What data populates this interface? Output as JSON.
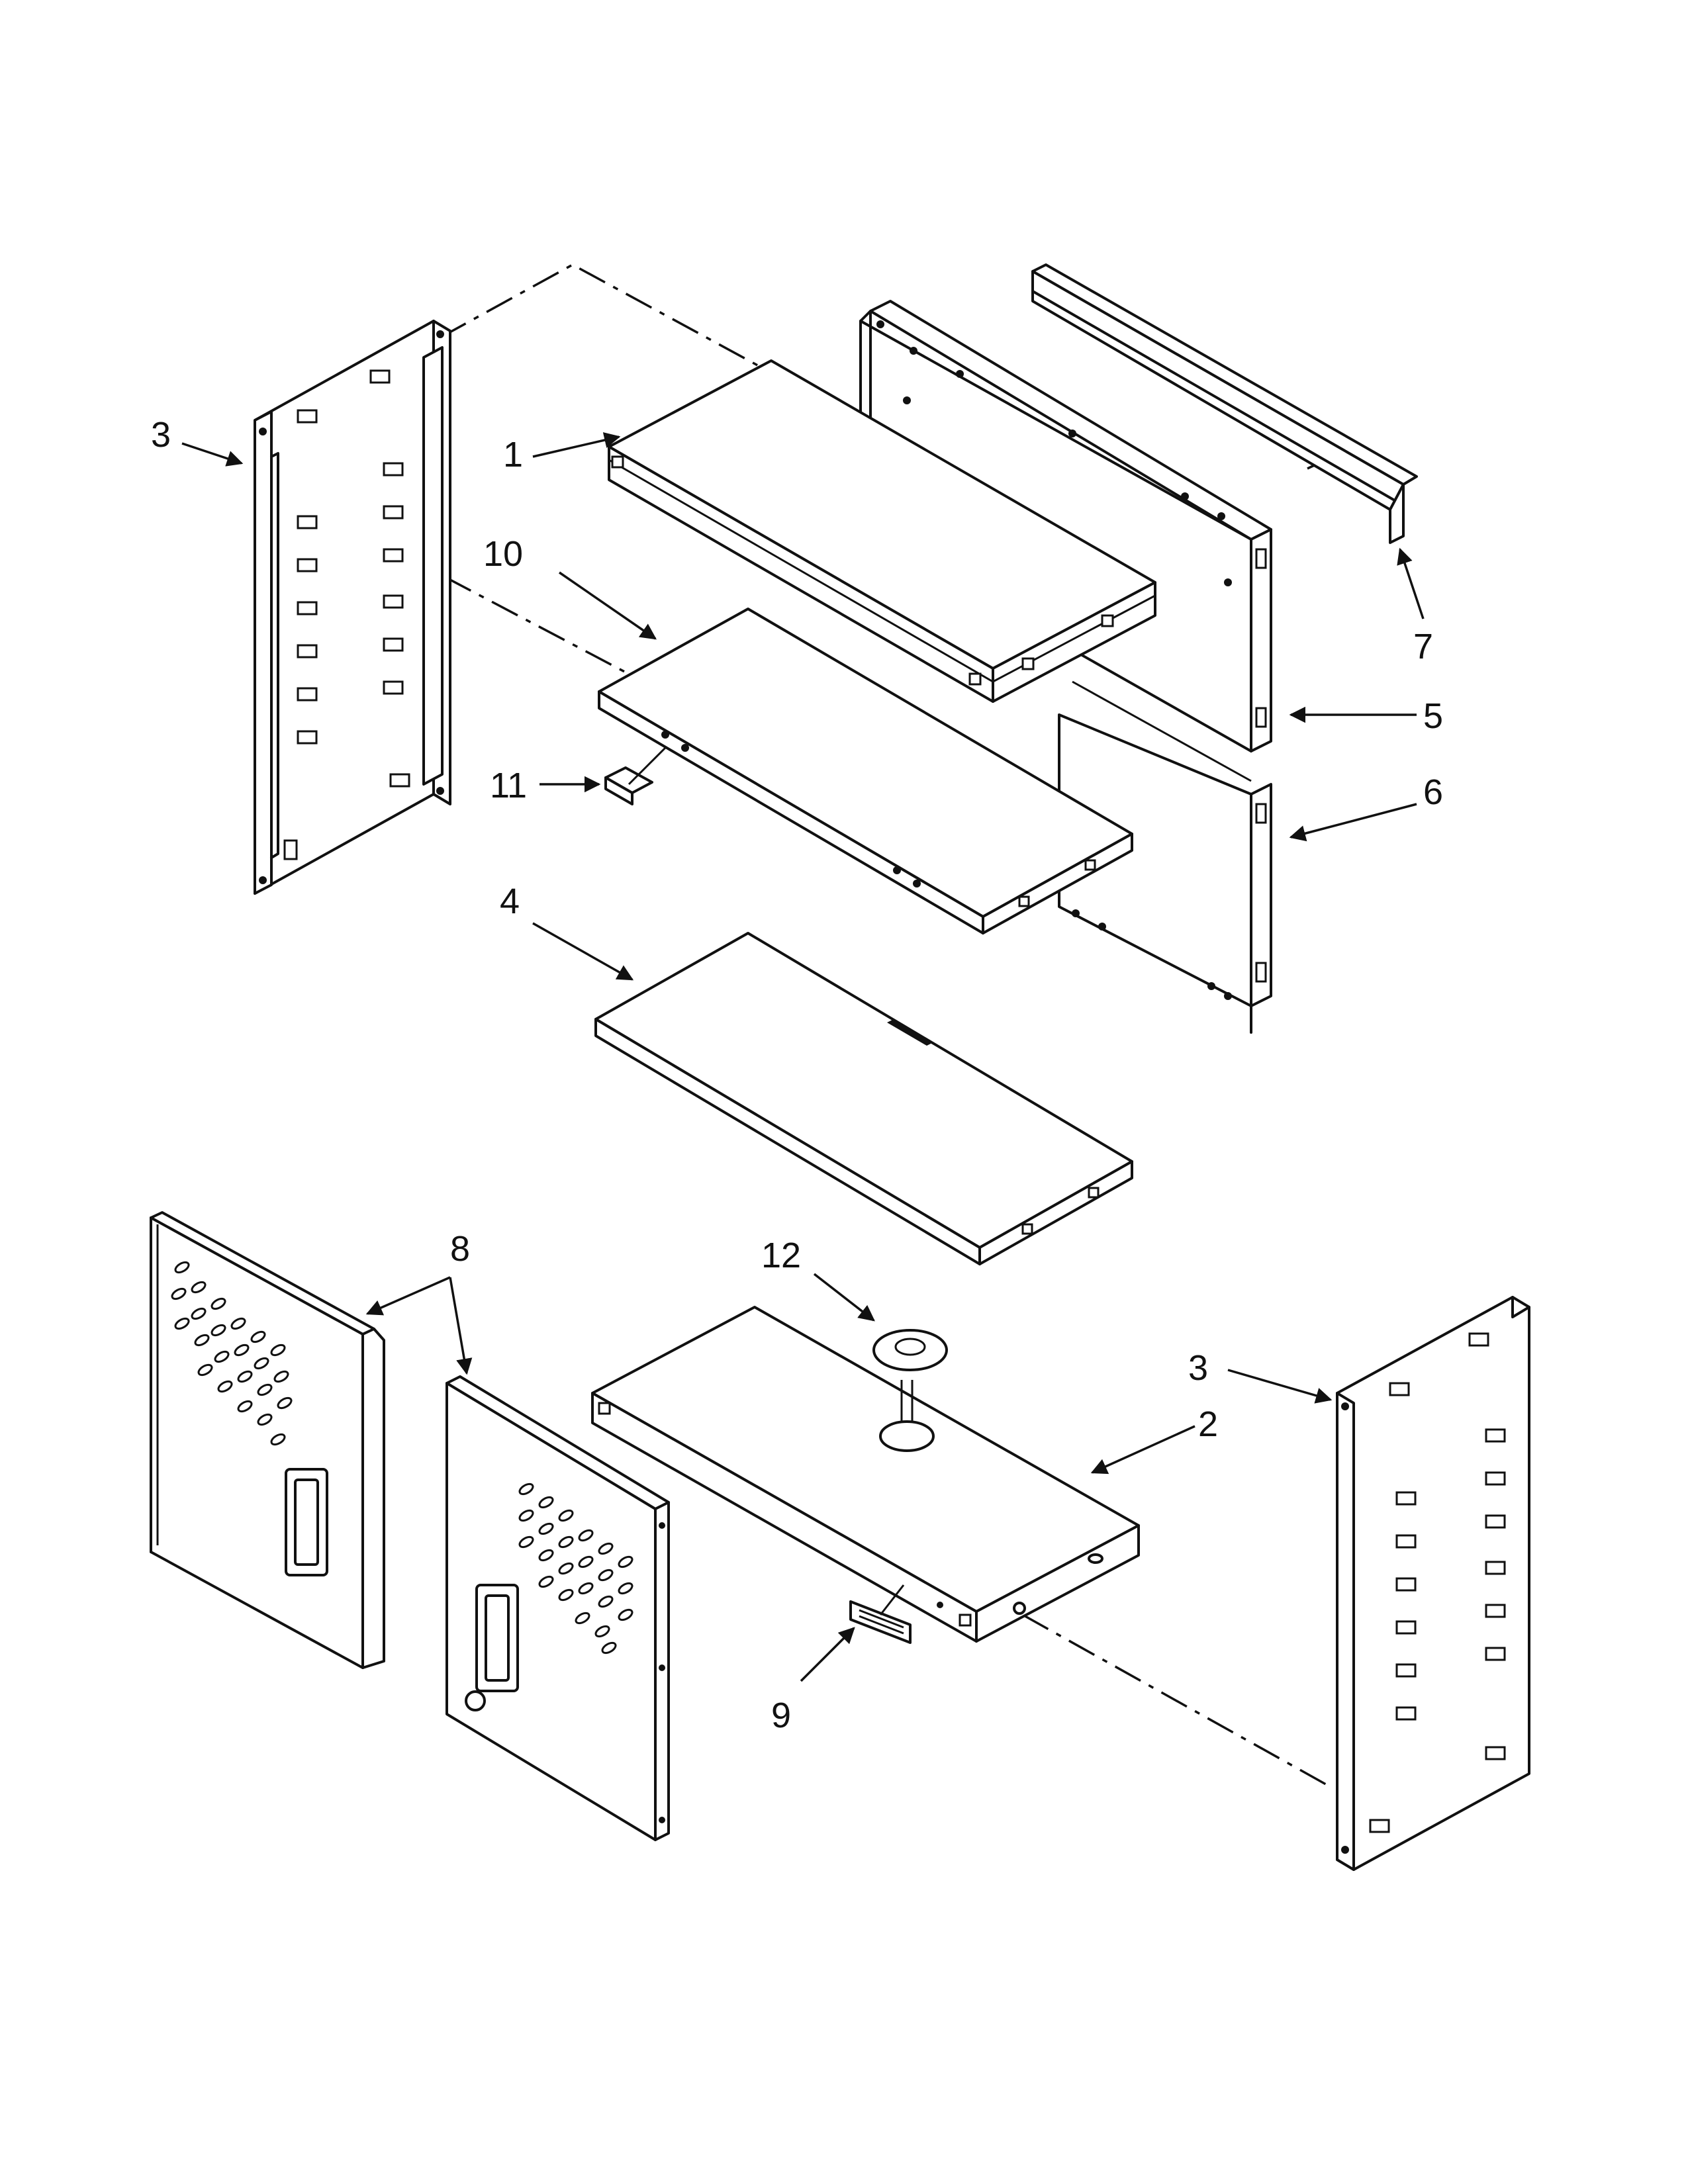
{
  "diagram": {
    "callouts": [
      {
        "id": "c1",
        "label": "1"
      },
      {
        "id": "c2",
        "label": "2"
      },
      {
        "id": "c3a",
        "label": "3"
      },
      {
        "id": "c3b",
        "label": "3"
      },
      {
        "id": "c4",
        "label": "4"
      },
      {
        "id": "c5",
        "label": "5"
      },
      {
        "id": "c6",
        "label": "6"
      },
      {
        "id": "c7",
        "label": "7"
      },
      {
        "id": "c8",
        "label": "8"
      },
      {
        "id": "c9",
        "label": "9"
      },
      {
        "id": "c10",
        "label": "10"
      },
      {
        "id": "c11",
        "label": "11"
      },
      {
        "id": "c12",
        "label": "12"
      }
    ]
  }
}
